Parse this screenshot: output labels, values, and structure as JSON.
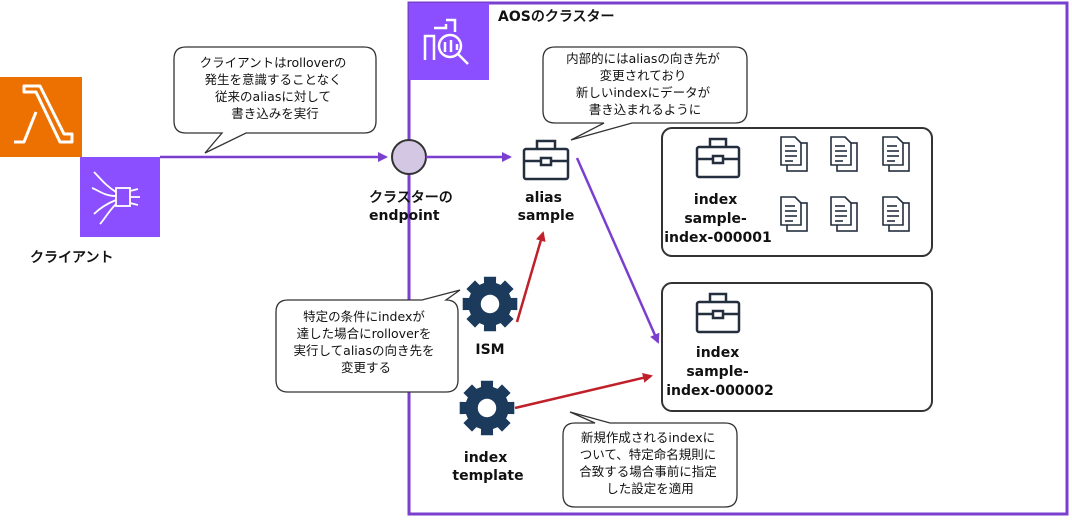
{
  "cluster": {
    "title": "AOSのクラスター"
  },
  "client": {
    "label": "クライアント"
  },
  "endpoint": {
    "label_lines": [
      "クラスターの",
      "endpoint"
    ]
  },
  "alias": {
    "label_lines": [
      "alias",
      "sample"
    ]
  },
  "index1": {
    "label_lines": [
      "index",
      "sample-",
      "index-000001"
    ]
  },
  "index2": {
    "label_lines": [
      "index",
      "sample-",
      "index-000002"
    ]
  },
  "ism": {
    "label": "ISM"
  },
  "template": {
    "label_lines": [
      "index",
      "template"
    ]
  },
  "notes": {
    "client": [
      "クライアントはrolloverの",
      "発生を意識することなく",
      "従来のaliasに対して",
      "書き込みを実行"
    ],
    "alias": [
      "内部的にはaliasの向き先が",
      "変更されており",
      "新しいindexにデータが",
      "書き込まれるように"
    ],
    "ism": [
      "特定の条件にindexが",
      "達した場合にrolloverを",
      "実行してaliasの向き先を",
      "変更する"
    ],
    "template": [
      "新規作成されるindexに",
      "ついて、特定命名規則に",
      "合致する場合事前に指定",
      "した設定を適用"
    ]
  },
  "colors": {
    "purple": "#7B3FD0",
    "lambda_orange": "#ED7100",
    "navy": "#1B3A5C",
    "red_arrow": "#C0202A",
    "endpoint_fill": "#D3C7E3"
  },
  "icons": [
    "lambda-icon",
    "iot-device-icon",
    "opensearch-icon",
    "briefcase-icon",
    "document-icon",
    "gear-icon"
  ]
}
